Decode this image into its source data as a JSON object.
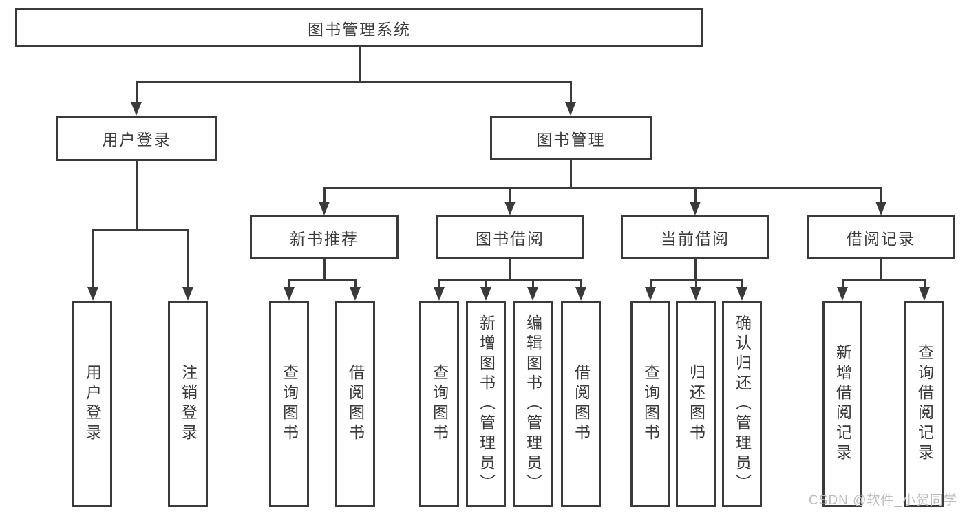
{
  "colors": {
    "line": "#3a3a3a",
    "text": "#3a3a3a",
    "box_background": "#ffffff",
    "watermark": "#bcbcbc"
  },
  "diagram": {
    "root": "图书管理系统",
    "user": {
      "label": "用户登录",
      "leaves": [
        "用户登录",
        "注销登录"
      ]
    },
    "mgmt": {
      "label": "图书管理",
      "groups": [
        {
          "label": "新书推荐",
          "leaves": [
            "查询图书",
            "借阅图书"
          ]
        },
        {
          "label": "图书借阅",
          "leaves": [
            "查询图书",
            "新增图书（管理员）",
            "编辑图书（管理员）",
            "借阅图书"
          ]
        },
        {
          "label": "当前借阅",
          "leaves": [
            "查询图书",
            "归还图书",
            "确认归还（管理员）"
          ]
        },
        {
          "label": "借阅记录",
          "leaves": [
            "新增借阅记录",
            "查询借阅记录"
          ]
        }
      ]
    }
  },
  "watermark": "CSDN @软件_小贺同学"
}
